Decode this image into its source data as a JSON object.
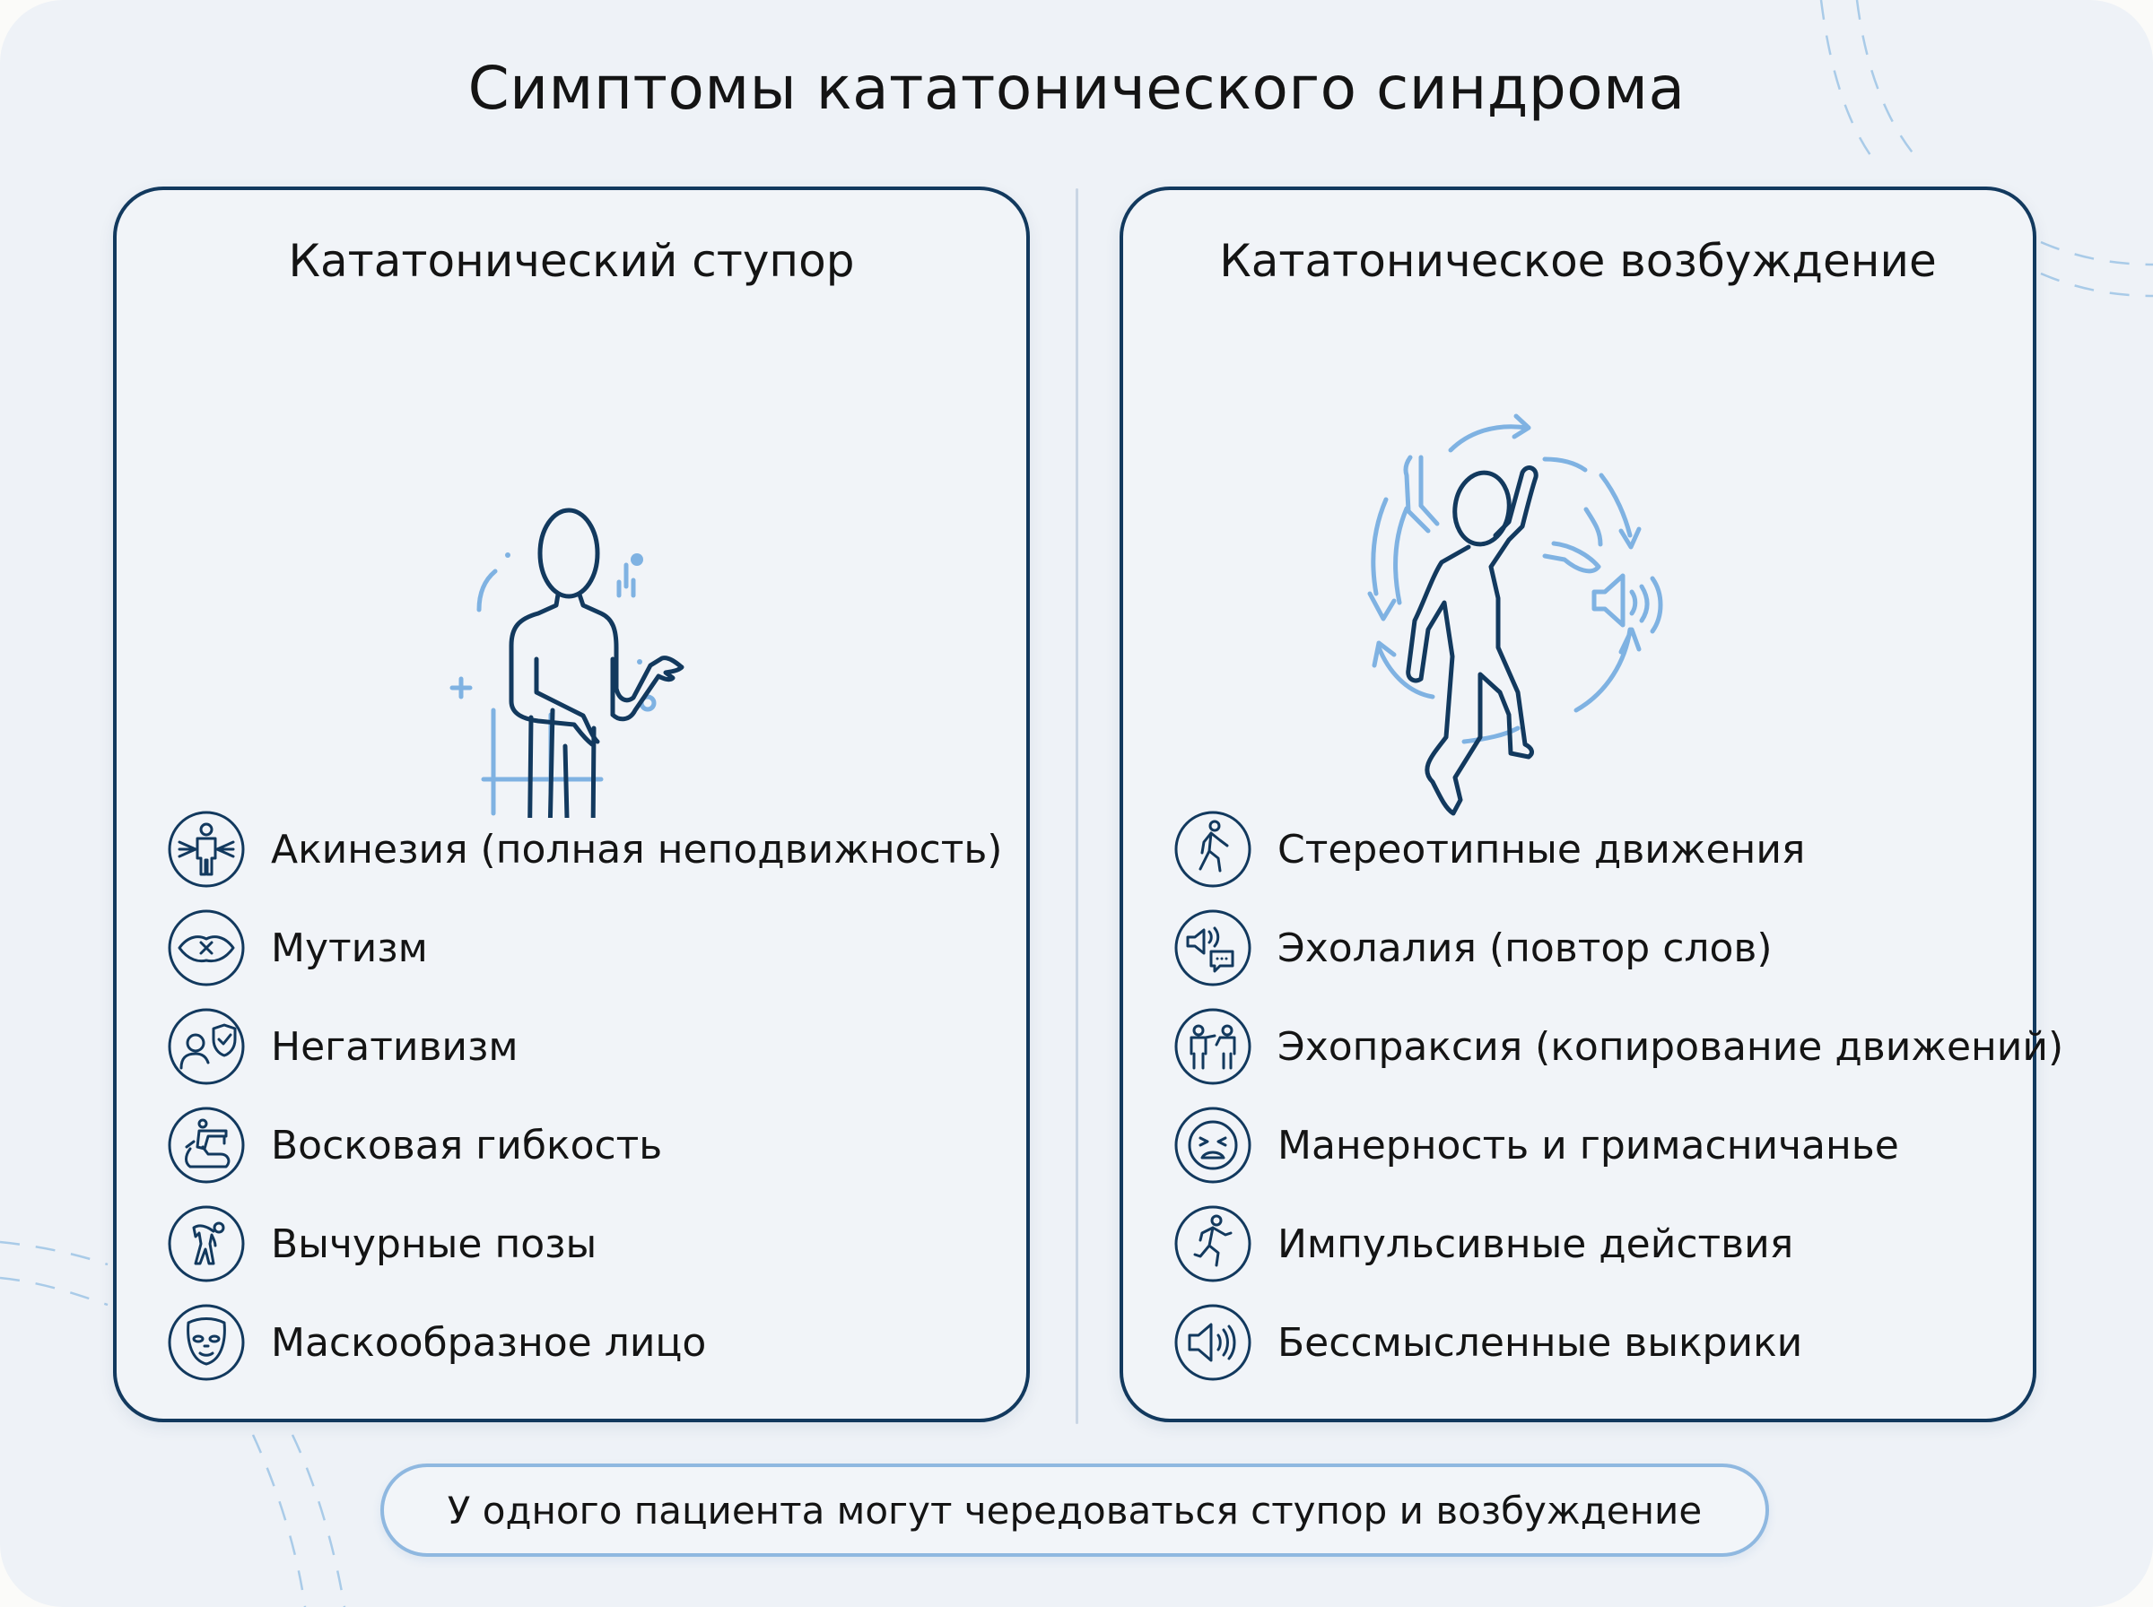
{
  "title": "Симптомы кататонического синдрома",
  "colors": {
    "background": "#eef2f7",
    "panel_border": "#12395e",
    "accent_light": "#7fb2e2",
    "note_border": "#8fb8e0",
    "text": "#141414"
  },
  "panels": [
    {
      "title": "Кататонический ступор",
      "illustration": "standing-frozen-figure-icon",
      "items": [
        {
          "label": "Акинезия (полная неподвижность)",
          "icon": "restrained-figure-icon"
        },
        {
          "label": "Мутизм",
          "icon": "lips-muted-icon"
        },
        {
          "label": "Негативизм",
          "icon": "person-shield-icon"
        },
        {
          "label": "Восковая гибкость",
          "icon": "flexible-posture-icon"
        },
        {
          "label": "Вычурные позы",
          "icon": "bent-figure-icon"
        },
        {
          "label": "Маскообразное лицо",
          "icon": "mask-face-icon"
        }
      ]
    },
    {
      "title": "Кататоническое возбуждение",
      "illustration": "agitated-dancing-figure-icon",
      "items": [
        {
          "label": "Стереотипные движения",
          "icon": "walking-figure-icon"
        },
        {
          "label": "Эхолалия (повтор слов)",
          "icon": "speaker-speech-bubble-icon"
        },
        {
          "label": "Эхопраксия (копирование движений)",
          "icon": "two-figures-mimic-icon"
        },
        {
          "label": "Манерность и гримасничанье",
          "icon": "grimace-face-icon"
        },
        {
          "label": "Импульсивные действия",
          "icon": "running-figure-icon"
        },
        {
          "label": "Бессмысленные выкрики",
          "icon": "loud-speaker-icon"
        }
      ]
    }
  ],
  "note": "У одного пациента могут чередоваться ступор и возбуждение"
}
